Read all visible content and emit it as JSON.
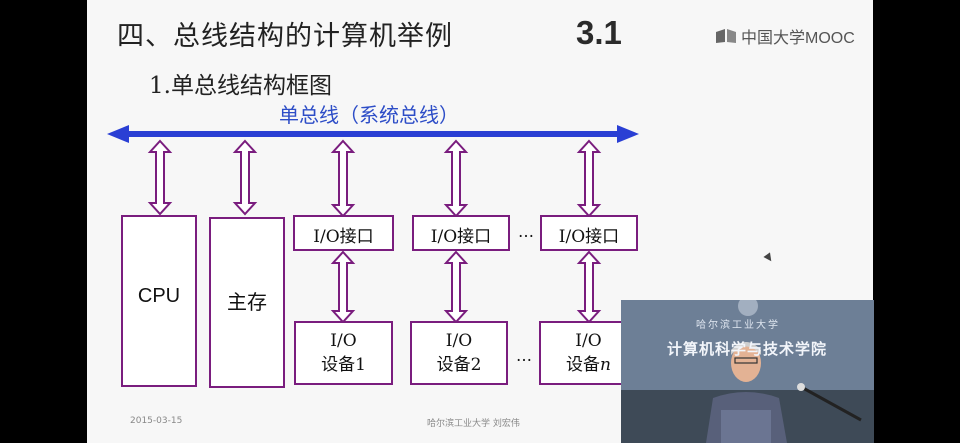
{
  "slide": {
    "title": "四、总线结构的计算机举例",
    "section_number": "3.1",
    "logo_text": "中国大学MOOC",
    "subtitle": "1.单总线结构框图",
    "bus_label": "单总线（系统总线）",
    "cpu_label": "CPU",
    "memory_label": "主存",
    "interface_label": "I/O接口",
    "ellipsis": "…",
    "devices": [
      {
        "line1": "I/O",
        "line2": "设备1"
      },
      {
        "line1": "I/O",
        "line2": "设备2"
      },
      {
        "line1": "I/O",
        "line2": "设备",
        "italic_suffix": "n"
      }
    ],
    "footer_date": "2015-03-15",
    "footer_center": "哈尔滨工业大学  刘宏伟"
  },
  "video": {
    "sign_top": "哈尔滨工业大学",
    "sign_main": "计算机科学与技术学院"
  },
  "colors": {
    "bus": "#2a3fd4",
    "boxes": "#7a1d7e",
    "bus_label": "#2d4dc7",
    "slide_bg": "#f7f7f7"
  }
}
